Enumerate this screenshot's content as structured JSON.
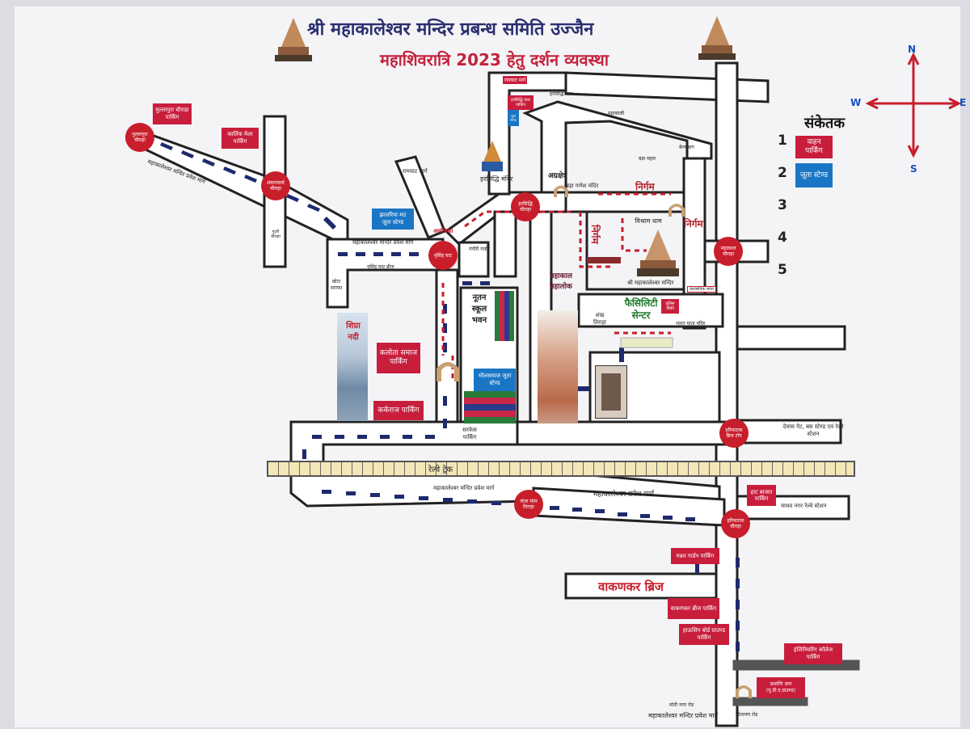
{
  "header": {
    "title": "श्री महाकालेश्वर मन्दिर प्रबन्ध समिति उज्जैन",
    "subtitle": "महाशिवरात्रि 2023 हेतु दर्शन व्यवस्था"
  },
  "compass": {
    "n": "N",
    "e": "E",
    "s": "S",
    "w": "W"
  },
  "legend": {
    "title": "संकेतक",
    "items": [
      {
        "num": "1",
        "label": "वाहन पार्किंग",
        "color": "#c81e3c"
      },
      {
        "num": "2",
        "label": "जूता स्टेण्ड",
        "color": "#1a76c4"
      },
      {
        "num": "3",
        "label": ""
      },
      {
        "num": "4",
        "label": ""
      },
      {
        "num": "5",
        "label": ""
      }
    ]
  },
  "chaurahas": {
    "mullapura": "मुल्लापुरा चौराहा",
    "shankaracharya": "शंकराचार्य चौराहा",
    "nrusinghghat": "नृसिंह घाट",
    "harsiddhi": "हरसिद्धि चौराहा",
    "mahakal": "महाकाल चौराहा",
    "harifatak_bridge": "हरिफाटक ब्रिज टॉप",
    "jantar_mantar": "जंतर मंतर तिराहा",
    "harifatak_chauraha": "हरिफाटक चौराहा"
  },
  "parkings": {
    "mullapura": "मुल्लापुरा चौराहा पार्किंग",
    "kartik_mela": "कार्तिक मेला पार्किंग",
    "harsiddhi_pal": "हरसिद्धि पाल पार्किंग",
    "kalota_samaj": "कलोता समाज पार्किंग",
    "karkraj": "कर्कराज पार्किंग",
    "surface": "सरफेस पार्किंग",
    "haat_bazar": "हाट बाजार पार्किंग",
    "mannat_garden": "मन्नत गार्डन पार्किंग",
    "wakankar_bridge": "वाकणकर ब्रीज पार्किंग",
    "housing_board": "हाऊसिंग बोर्ड ग्राउण्ड पार्किंग",
    "engineering_college": "इंजिनियरिंग कॉलेज पार्किंग",
    "prashanti_dham": "प्रशान्ति धाम (पु.डी.ए.ग्राउण्ड)"
  },
  "stands": {
    "jhalariya_math": "झालरिया मठ जूता स्टेण्ड",
    "bhil_samaj": "भीलसमाज जूता स्टेण्ड",
    "nool": "जूता स्टेण्ड"
  },
  "labels": {
    "ramghat_marg_top": "रामघाट मार्ग",
    "harsiddhi_pal": "हरसिद्धि पाल",
    "harsiddhi_mandir": "हरसिद्धि मंदिर",
    "avantika": "अवन्तिका",
    "mahakal_way": "महाकाल",
    "ramghat_marg": "रामघाट मार्ग",
    "gangaur_ghat": "गंगौरी गार्डन",
    "nirgam1": "निर्गम",
    "nirgam2": "निर्गम",
    "nirgam3": "निर्गम",
    "agrakshetra": "अग्रक्षेत्र",
    "bada_ganesh": "बड़ा गणेश मंदिर",
    "mahakal_mahalok": "महाकाल महालोक",
    "nutan_school": "नूतन स्कूल भवन",
    "vishram_dham": "विश्राम धाम",
    "mahakal_mandir": "श्री महाकालेश्वर मन्दिर",
    "facility_center": "फैसिलिटी सेन्टर",
    "shankh_dwar": "शंख तिराहा",
    "bharat_mata": "भारत माता मंदिर",
    "police_chowki": "पुलिस चौकी",
    "prashasnik_bhavan": "प्रशासनिक भवन",
    "shipra_nadi": "शिप्रा नदी",
    "railway_track": "रेल्वे ट्रेक",
    "mahakaleshwar_pravesh1": "महाकालेश्वर मन्दिर प्रवेश मार्ग",
    "mahakaleshwar_pravesh2": "महाकालेश्वर मन्दिर प्रवेश मार्ग",
    "mahakaleshwar_pravesh3": "महाकालेश्वर मन्दिर प्रवेश मार्ग",
    "mahakaleshwar_pravesh4": "महाकालेश्वर प्रवेश मार्ग",
    "mahakaleshwar_pravesh5": "महाकालेश्वर मन्दिर प्रवेश मार्ग",
    "nrusingh_bridge": "नृसिंह घाट ब्रीज",
    "dewas_gate": "देवास गेट, बस स्टेण्ड एवं रेल्वे स्टेशन",
    "madhav_nagar": "माधव नगर रेल्वे स्टेशन",
    "wakankar_bridge": "वाकणकर ब्रिज",
    "chhota_sarafa": "छोटा सराफा",
    "gudri": "गुदरी चौराहा",
    "bada_mahal": "बड़ा महल",
    "begambagh": "बेगमबाग",
    "mahakali": "महाकाली",
    "budhwariya": "बुधवारिया",
    "moti_nagar": "मोती नगर रोड",
    "chintaman": "चिंतामण रोड"
  }
}
